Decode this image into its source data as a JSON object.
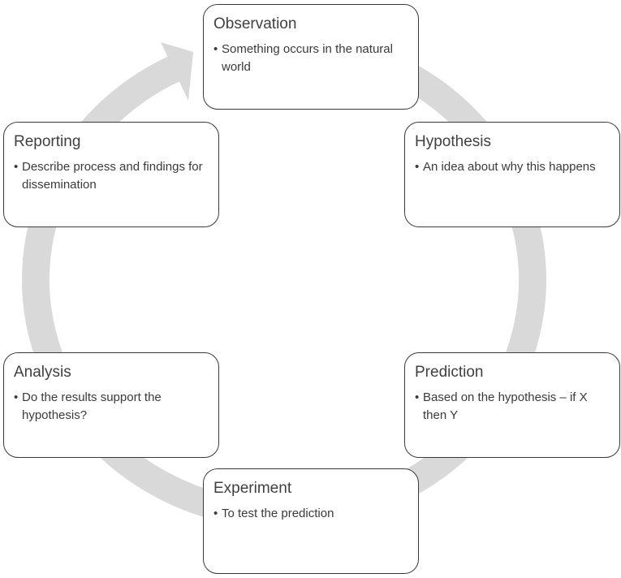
{
  "colors": {
    "ring": "#d9d9d9",
    "box_border": "#3a3a3a",
    "title_text": "#404040"
  },
  "steps": [
    {
      "title": "Observation",
      "bullet": "Something occurs in the natural world"
    },
    {
      "title": "Hypothesis",
      "bullet": "An idea about why this happens"
    },
    {
      "title": "Prediction",
      "bullet": "Based on the hypothesis – if X then Y"
    },
    {
      "title": "Experiment",
      "bullet": "To test the prediction"
    },
    {
      "title": "Analysis",
      "bullet": "Do the results support the hypothesis?"
    },
    {
      "title": "Reporting",
      "bullet": "Describe process and findings for dissemination"
    }
  ]
}
